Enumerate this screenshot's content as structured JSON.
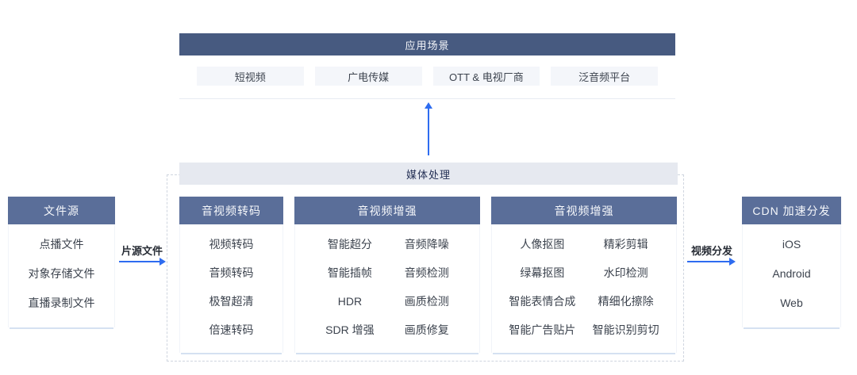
{
  "app_scenarios": {
    "title": "应用场景",
    "items": [
      "短视频",
      "广电传媒",
      "OTT & 电视厂商",
      "泛音频平台"
    ]
  },
  "media_processing": {
    "title": "媒体处理",
    "columns": [
      {
        "title": "音视频转码",
        "groups": [
          [
            "视频转码",
            "音频转码",
            "极智超清",
            "倍速转码"
          ]
        ]
      },
      {
        "title": "音视频增强",
        "groups": [
          [
            "智能超分",
            "智能插帧",
            "HDR",
            "SDR 增强"
          ],
          [
            "音频降噪",
            "音频检测",
            "画质检测",
            "画质修复"
          ]
        ]
      },
      {
        "title": "音视频增强",
        "groups": [
          [
            "人像抠图",
            "绿幕抠图",
            "智能表情合成",
            "智能广告贴片"
          ],
          [
            "精彩剪辑",
            "水印检测",
            "精细化擦除",
            "智能识别剪切"
          ]
        ]
      }
    ]
  },
  "file_source": {
    "title": "文件源",
    "items": [
      "点播文件",
      "对象存储文件",
      "直播录制文件"
    ]
  },
  "cdn": {
    "title": "CDN 加速分发",
    "items": [
      "iOS",
      "Android",
      "Web"
    ]
  },
  "arrows": {
    "source_label": "片源文件",
    "distribute_label": "视频分发"
  },
  "colors": {
    "top_header_bg": "#475a80",
    "card_header_bg": "#5a6e99",
    "media_bar_bg": "#e6e9f0",
    "scenario_item_bg": "#f4f6fa",
    "arrow_blue": "#2e6cf0",
    "underline_blue": "#d5e1f1",
    "dashed_border": "#cfd5df"
  }
}
